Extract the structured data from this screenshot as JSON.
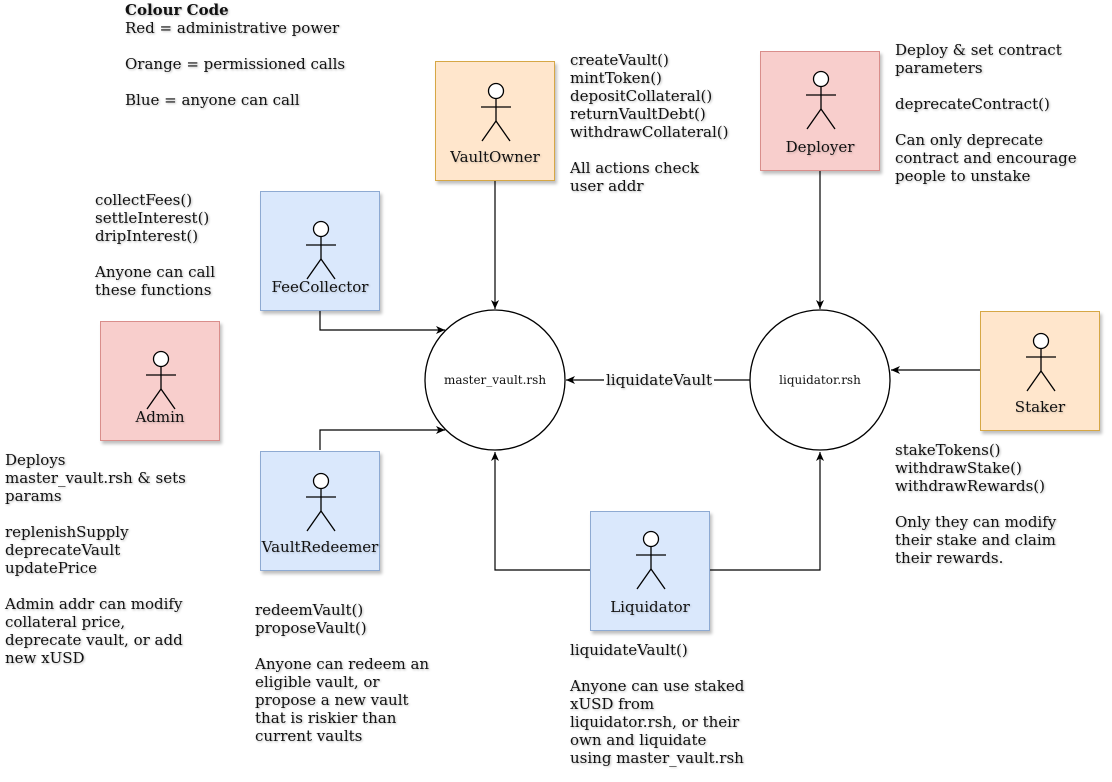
{
  "legend": {
    "title": "Colour Code",
    "red": "Red = administrative power",
    "orange": "Orange = permissioned calls",
    "blue": "Blue = anyone can call"
  },
  "colors": {
    "red_fill": "#f8cecc",
    "orange_fill": "#ffe6cc",
    "blue_fill": "#dae8fc"
  },
  "actors": {
    "vault_owner": "VaultOwner",
    "deployer": "Deployer",
    "fee_collector": "FeeCollector",
    "admin": "Admin",
    "vault_redeemer": "VaultRedeemer",
    "liquidator": "Liquidator",
    "staker": "Staker"
  },
  "contracts": {
    "master_vault": "master_vault.rsh",
    "liquidator": "liquidator.rsh"
  },
  "edges": {
    "liquidate_vault": "liquidateVault"
  },
  "notes": {
    "vault_owner": "createVault()\nmintToken()\ndepositCollateral()\nreturnVaultDebt()\nwithdrawCollateral()\n\nAll actions check\nuser addr",
    "deployer": "Deploy & set contract\nparameters\n\ndeprecateContract()\n\nCan only deprecate\ncontract and encourage\npeople to unstake",
    "fee_collector": "collectFees()\nsettleInterest()\ndripInterest()\n\nAnyone can call\nthese functions",
    "admin": "Deploys\nmaster_vault.rsh & sets\nparams\n\nreplenishSupply\ndeprecateVault\nupdatePrice\n\nAdmin addr can modify\ncollateral price,\ndeprecate vault, or add\nnew xUSD",
    "vault_redeemer": "redeemVault()\nproposeVault()\n\nAnyone can redeem an\neligible vault, or\npropose a new vault\nthat is riskier than\ncurrent vaults",
    "liquidator": "liquidateVault()\n\nAnyone can use staked\nxUSD from\nliquidator.rsh, or their\nown and liquidate\nusing master_vault.rsh",
    "staker": "stakeTokens()\nwithdrawStake()\nwithdrawRewards()\n\nOnly they can modify\ntheir stake and claim\ntheir rewards."
  }
}
